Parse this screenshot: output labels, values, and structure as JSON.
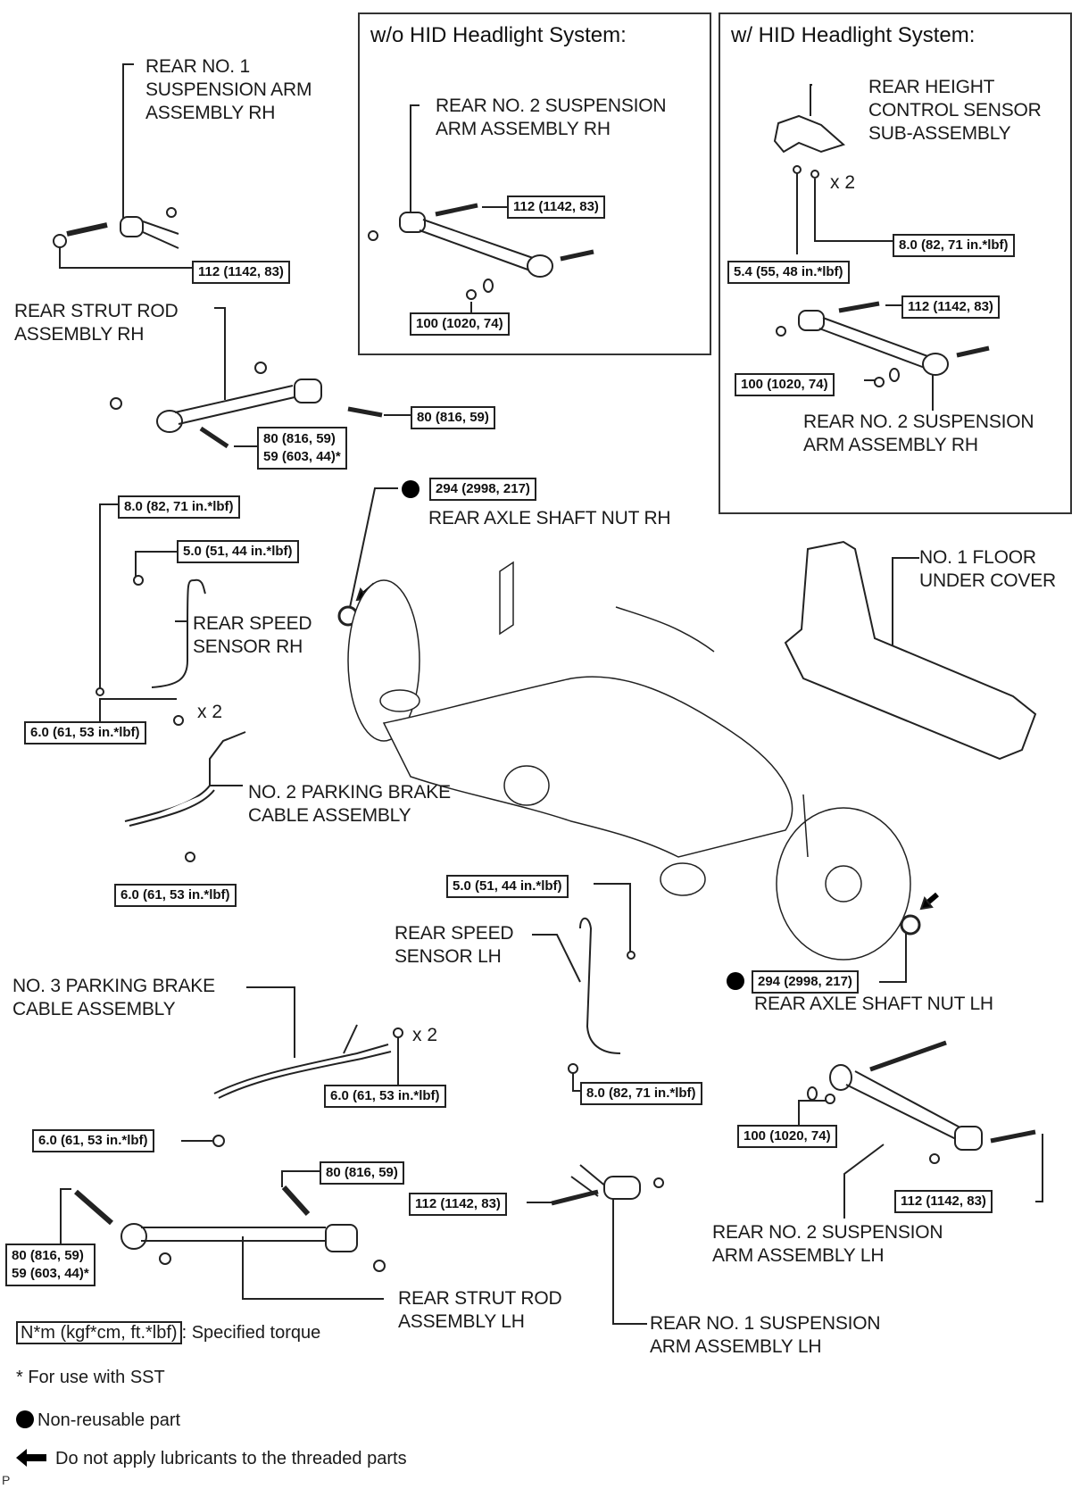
{
  "diagram": {
    "panels": {
      "without_hid": {
        "title": "w/o HID Headlight System:"
      },
      "with_hid": {
        "title": "w/ HID Headlight System:"
      }
    },
    "labels": {
      "rear_no1_arm_rh": "REAR NO. 1\nSUSPENSION ARM\nASSEMBLY RH",
      "rear_no2_arm_rh_a": "REAR NO. 2 SUSPENSION\nARM ASSEMBLY RH",
      "rear_height_sensor": "REAR HEIGHT\nCONTROL SENSOR\nSUB-ASSEMBLY",
      "rear_no2_arm_rh_b": "REAR NO. 2 SUSPENSION\nARM ASSEMBLY RH",
      "rear_strut_rod_rh": "REAR STRUT ROD\nASSEMBLY RH",
      "rear_axle_nut_rh": "REAR AXLE SHAFT NUT RH",
      "rear_speed_sensor_rh": "REAR SPEED\nSENSOR RH",
      "no1_floor_under_cover": "NO. 1 FLOOR\nUNDER COVER",
      "no2_parking_brake_cable": "NO. 2 PARKING BRAKE\nCABLE ASSEMBLY",
      "rear_speed_sensor_lh": "REAR SPEED\nSENSOR LH",
      "rear_axle_nut_lh": "REAR AXLE SHAFT NUT LH",
      "no3_parking_brake_cable": "NO. 3 PARKING BRAKE\nCABLE ASSEMBLY",
      "rear_no2_arm_lh": "REAR NO. 2 SUSPENSION\nARM ASSEMBLY LH",
      "rear_strut_rod_lh": "REAR STRUT ROD\nASSEMBLY LH",
      "rear_no1_arm_lh": "REAR NO. 1 SUSPENSION\nARM ASSEMBLY LH"
    },
    "torques": {
      "t_no1_rh": "112 (1142, 83)",
      "t_no2_rh_a_bolt": "112 (1142, 83)",
      "t_no2_rh_a_nut": "100 (1020, 74)",
      "t_sensor_8": "8.0 (82, 71 in.*lbf)",
      "t_sensor_54": "5.4 (55, 48 in.*lbf)",
      "t_no2_rh_b_bolt": "112 (1142, 83)",
      "t_no2_rh_b_nut": "100 (1020, 74)",
      "t_strut_rh_right": "80 (816, 59)",
      "t_strut_rh_left": "80 (816, 59)\n59 (603, 44)*",
      "t_speed_rh_8": "8.0 (82, 71 in.*lbf)",
      "t_speed_rh_5": "5.0 (51, 44 in.*lbf)",
      "t_axle_rh": "294 (2998, 217)",
      "t_pb2_top": "6.0 (61, 53 in.*lbf)",
      "t_pb2_bottom": "6.0 (61, 53 in.*lbf)",
      "t_speed_lh_5": "5.0 (51, 44 in.*lbf)",
      "t_axle_lh": "294 (2998, 217)",
      "t_pb3_right": "6.0 (61, 53 in.*lbf)",
      "t_pb3_left": "6.0 (61, 53 in.*lbf)",
      "t_speed_lh_8": "8.0 (82, 71 in.*lbf)",
      "t_no2_lh_nut": "100 (1020, 74)",
      "t_no2_lh_bolt": "112 (1142, 83)",
      "t_strut_lh_right": "80 (816, 59)",
      "t_no1_lh": "112 (1142, 83)",
      "t_strut_lh_left": "80 (816, 59)\n59 (603, 44)*"
    },
    "quantity_marks": {
      "sensor_x2": "x 2",
      "pb2_x2": "x 2",
      "pb3_x2": "x 2"
    },
    "legend": {
      "torque_unit": "N*m (kgf*cm, ft.*lbf)",
      "torque_desc": ": Specified torque",
      "sst_note": "* For use with SST",
      "non_reusable": "Non-reusable part",
      "no_lubricant": "Do not apply lubricants to the threaded parts"
    },
    "corner_code": "P"
  }
}
